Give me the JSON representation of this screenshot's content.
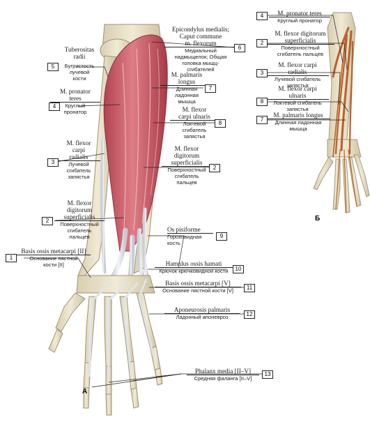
{
  "panels": {
    "a": "А",
    "b": "Б"
  },
  "labels": {
    "epicondylus": {
      "lat": [
        "Epicondylus medialis;",
        "Caput commune",
        "m. flexorum"
      ],
      "rus": [
        "Медиальный",
        "надмыщелок; Общая",
        "головка мыщц-",
        "сгибателей"
      ],
      "num": "6"
    },
    "tuberositas": {
      "lat": [
        "Tuberositas",
        "radii"
      ],
      "rus": [
        "Бугристость",
        "лучевой",
        "кости"
      ],
      "num": "5"
    },
    "palmaris_a": {
      "lat": [
        "M. palmaris",
        "longus"
      ],
      "rus": [
        "Длинная",
        "ладонная",
        "мышца"
      ],
      "num": "7"
    },
    "pronator_a": {
      "lat": [
        "M. pronator",
        "teres"
      ],
      "rus": [
        "Круглый",
        "пронатор"
      ],
      "num": "4"
    },
    "fcu_a": {
      "lat": [
        "M. flexor",
        "carpi ulnaris"
      ],
      "rus": [
        "Локтевой",
        "сгибатель",
        "запястья"
      ],
      "num": "8"
    },
    "fcr_a": {
      "lat": [
        "M. flexor",
        "carpi",
        "radialis"
      ],
      "rus": [
        "Лучевой",
        "сгибатель",
        "запястья"
      ],
      "num": "3"
    },
    "fds_right": {
      "lat": [
        "M. flexor",
        "digitorum",
        "superficialis"
      ],
      "rus": [
        "Поверхностный",
        "сгибатель",
        "пальцев"
      ],
      "num": "2"
    },
    "fds_left": {
      "lat": [
        "M. flexor",
        "digitorum",
        "superficialis"
      ],
      "rus": [
        "Поверхностный",
        "сгибатель",
        "пальцев"
      ],
      "num": "2"
    },
    "pisiforme": {
      "lat": [
        "Os pisiforme"
      ],
      "rus": [
        "Гороховидная",
        "кость"
      ],
      "num": "9"
    },
    "basis_ii": {
      "lat": [
        "Basis ossis metacarpi [II]"
      ],
      "rus": [
        "Основание пястной",
        "кости [II]"
      ],
      "num": "1"
    },
    "hamulus": {
      "lat": [
        "Hamulus ossis hamati"
      ],
      "rus": [
        "Крючок крючковидной кости"
      ],
      "num": "10"
    },
    "basis_v": {
      "lat": [
        "Basis ossis metacarpi [V]"
      ],
      "rus": [
        "Основание пястной кости [V]"
      ],
      "num": "11"
    },
    "aponeurosis": {
      "lat": [
        "Aponeurosis palmaris"
      ],
      "rus": [
        "Ладонный апоневроз"
      ],
      "num": "12"
    },
    "phalanx": {
      "lat": [
        "Phalanx media [II–V]"
      ],
      "rus": [
        "Средняя фаланга [II–V]"
      ],
      "num": "13"
    },
    "b_pronator": {
      "lat": [
        "M. pronator teres"
      ],
      "rus": [
        "Круглый пронатор"
      ],
      "num": "4"
    },
    "b_fds": {
      "lat": [
        "M. flexor digitorum",
        "superficialis"
      ],
      "rus": [
        "Поверхностный",
        "сгибатель пальцев"
      ],
      "num": "2"
    },
    "b_fcr": {
      "lat": [
        "M. flexor carpi",
        "radialis"
      ],
      "rus": [
        "Лучевой сгибатель",
        "запястья"
      ],
      "num": "3"
    },
    "b_fcu": {
      "lat": [
        "M. flexor carpi",
        "ulnaris"
      ],
      "rus": [
        "Локтевой сгибатель",
        "запястья"
      ],
      "num": "8"
    },
    "b_palmaris": {
      "lat": [
        "M. palmaris longus"
      ],
      "rus": [
        "Длинная ладонная",
        "мышца"
      ],
      "num": "7"
    }
  },
  "colors": {
    "bone": "#e9e1c8",
    "bone_edge": "#a8997a",
    "muscle": "#c9545e",
    "muscle_light": "#e08a90",
    "tendon": "#dfe3ea",
    "mini_muscle": "#b8602a"
  }
}
